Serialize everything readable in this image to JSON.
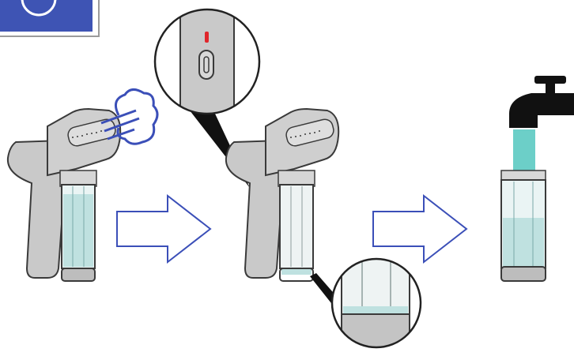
{
  "colors": {
    "steamer_body": "#c7c7c7",
    "steamer_outline": "#3a3a3a",
    "water": "#bfe1e0",
    "water_bright": "#6ccfc8",
    "arrow_stroke": "#3b4fb8",
    "badge_bg": "#3e54b4",
    "indicator_red": "#e0262b",
    "faucet": "#111111"
  },
  "icons": {
    "badge": "badge-icon",
    "steam": "steam-cloud-icon",
    "arrow": "right-arrow-icon",
    "faucet": "faucet-icon",
    "indicator": "red-indicator-light-icon"
  },
  "steps": [
    {
      "name": "steamer-emitting-steam"
    },
    {
      "name": "steamer-low-water-indicator"
    },
    {
      "name": "tank-refilling-under-tap"
    }
  ]
}
